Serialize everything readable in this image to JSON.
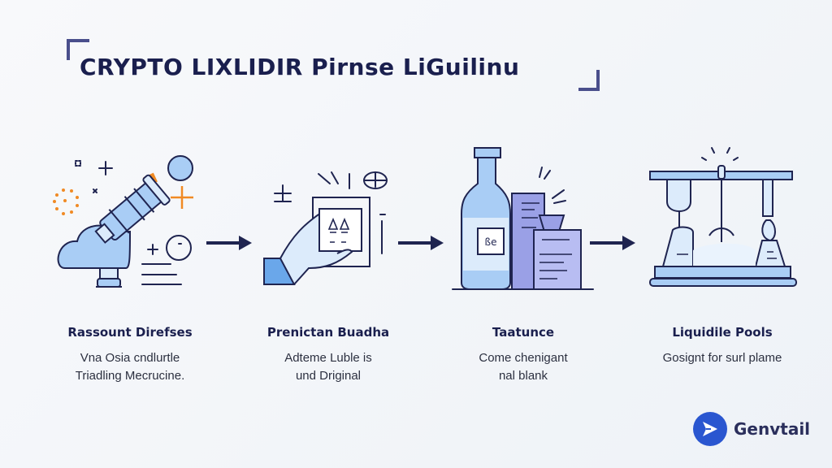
{
  "title": "CRYPTO LIXLIDIR Pirnse LiGuilinu",
  "steps": [
    {
      "icon": "telescope-icon",
      "label": "Rassount Direfses",
      "desc_line1": "Vna Osia cndlurtle",
      "desc_line2": "Triadling Mecrucine."
    },
    {
      "icon": "hand-tablet-icon",
      "label": "Prenictan Buadha",
      "desc_line1": "Adteme Luble is",
      "desc_line2": "und Driginal"
    },
    {
      "icon": "bottle-documents-icon",
      "label": "Taatunce",
      "desc_line1": "Come chenigant",
      "desc_line2": "nal blank"
    },
    {
      "icon": "lab-apparatus-icon",
      "label": "Liquidile Pools",
      "desc_line1": "Gosignt for surl plame",
      "desc_line2": ""
    }
  ],
  "arrows": [
    "arrow-right-icon",
    "arrow-right-icon",
    "arrow-right-icon"
  ],
  "brand": {
    "name": "Genvtail",
    "logo": "paper-plane-logo-icon"
  },
  "colors": {
    "title": "#1a1f4e",
    "bracket": "#4a4f8c",
    "outline": "#1f2450",
    "light_blue": "#a9cdf5",
    "pale_blue": "#dcebfb",
    "lavender": "#9aa0e6",
    "orange": "#f08a24",
    "brand_blue": "#2a56d0"
  }
}
